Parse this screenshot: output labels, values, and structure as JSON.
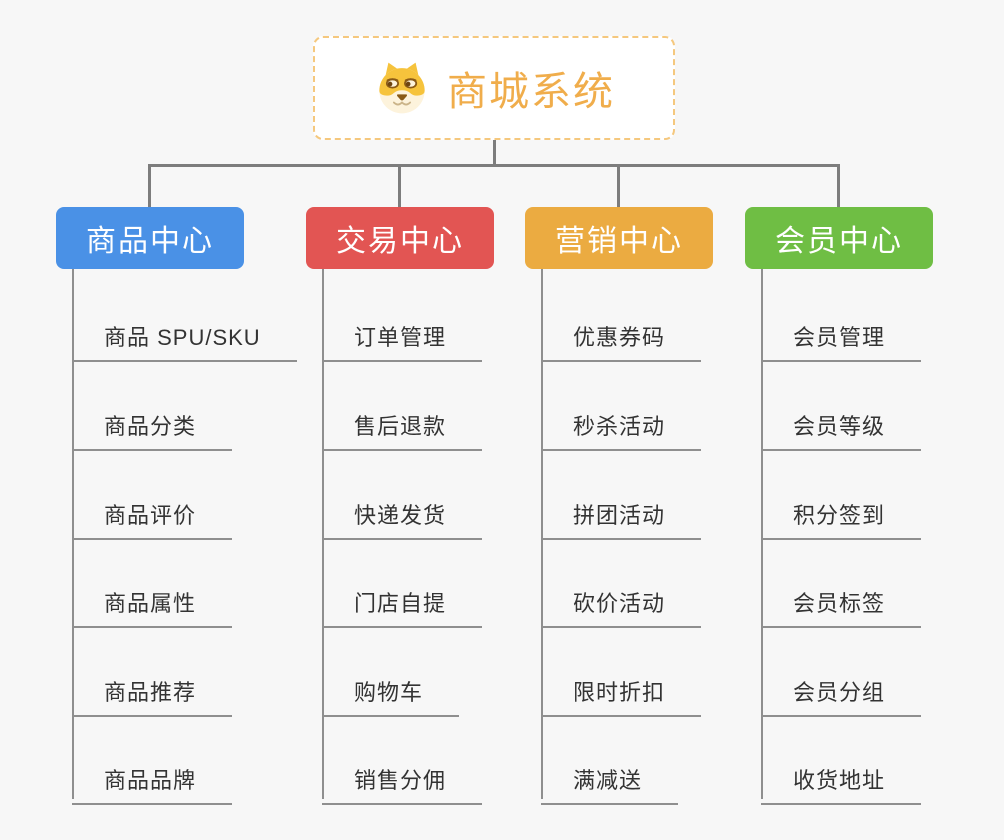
{
  "root": {
    "label": "商城系统",
    "icon": "shiba-dog-icon"
  },
  "branches": [
    {
      "label": "商品中心",
      "color": "#4a91e6",
      "children": [
        "商品 SPU/SKU",
        "商品分类",
        "商品评价",
        "商品属性",
        "商品推荐",
        "商品品牌"
      ]
    },
    {
      "label": "交易中心",
      "color": "#e25553",
      "children": [
        "订单管理",
        "售后退款",
        "快递发货",
        "门店自提",
        "购物车",
        "销售分佣"
      ]
    },
    {
      "label": "营销中心",
      "color": "#ebab41",
      "children": [
        "优惠券码",
        "秒杀活动",
        "拼团活动",
        "砍价活动",
        "限时折扣",
        "满减送"
      ]
    },
    {
      "label": "会员中心",
      "color": "#6fbe44",
      "children": [
        "会员管理",
        "会员等级",
        "积分签到",
        "会员标签",
        "会员分组",
        "收货地址"
      ]
    }
  ],
  "colors": {
    "background": "#f7f7f7",
    "root_text": "#f0ad4b",
    "root_border": "#f5c87e",
    "connector": "#7d7d7d",
    "leaf_line": "#8f8f8f",
    "leaf_text": "#333333"
  }
}
